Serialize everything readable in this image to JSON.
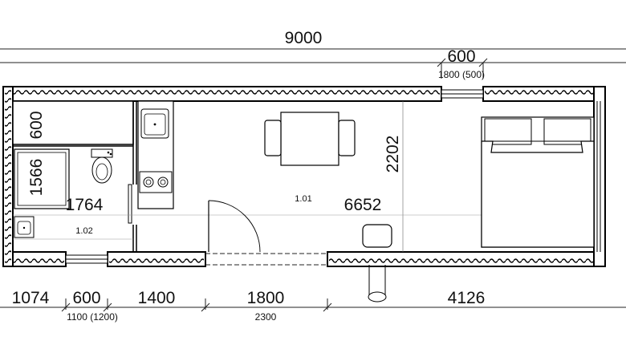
{
  "dimensions": {
    "overall_length": "9000",
    "top_window_width": "600",
    "top_window_sub": "1800 (500)",
    "wall_height_label": "2202",
    "storage_depth": "600",
    "bathroom_depth": "1566",
    "bathroom_width": "1764",
    "main_room_length": "6652",
    "bottom_seg_1": "1074",
    "bottom_seg_2": "600",
    "bottom_seg_2_sub": "1100 (1200)",
    "bottom_seg_3": "1400",
    "bottom_seg_4": "1800",
    "bottom_seg_4_sub": "2300",
    "bottom_seg_5": "4126"
  },
  "rooms": {
    "main": "1.01",
    "bathroom": "1.02"
  },
  "colors": {
    "wall": "#000000",
    "line": "#222222",
    "fill": "#ffffff"
  }
}
